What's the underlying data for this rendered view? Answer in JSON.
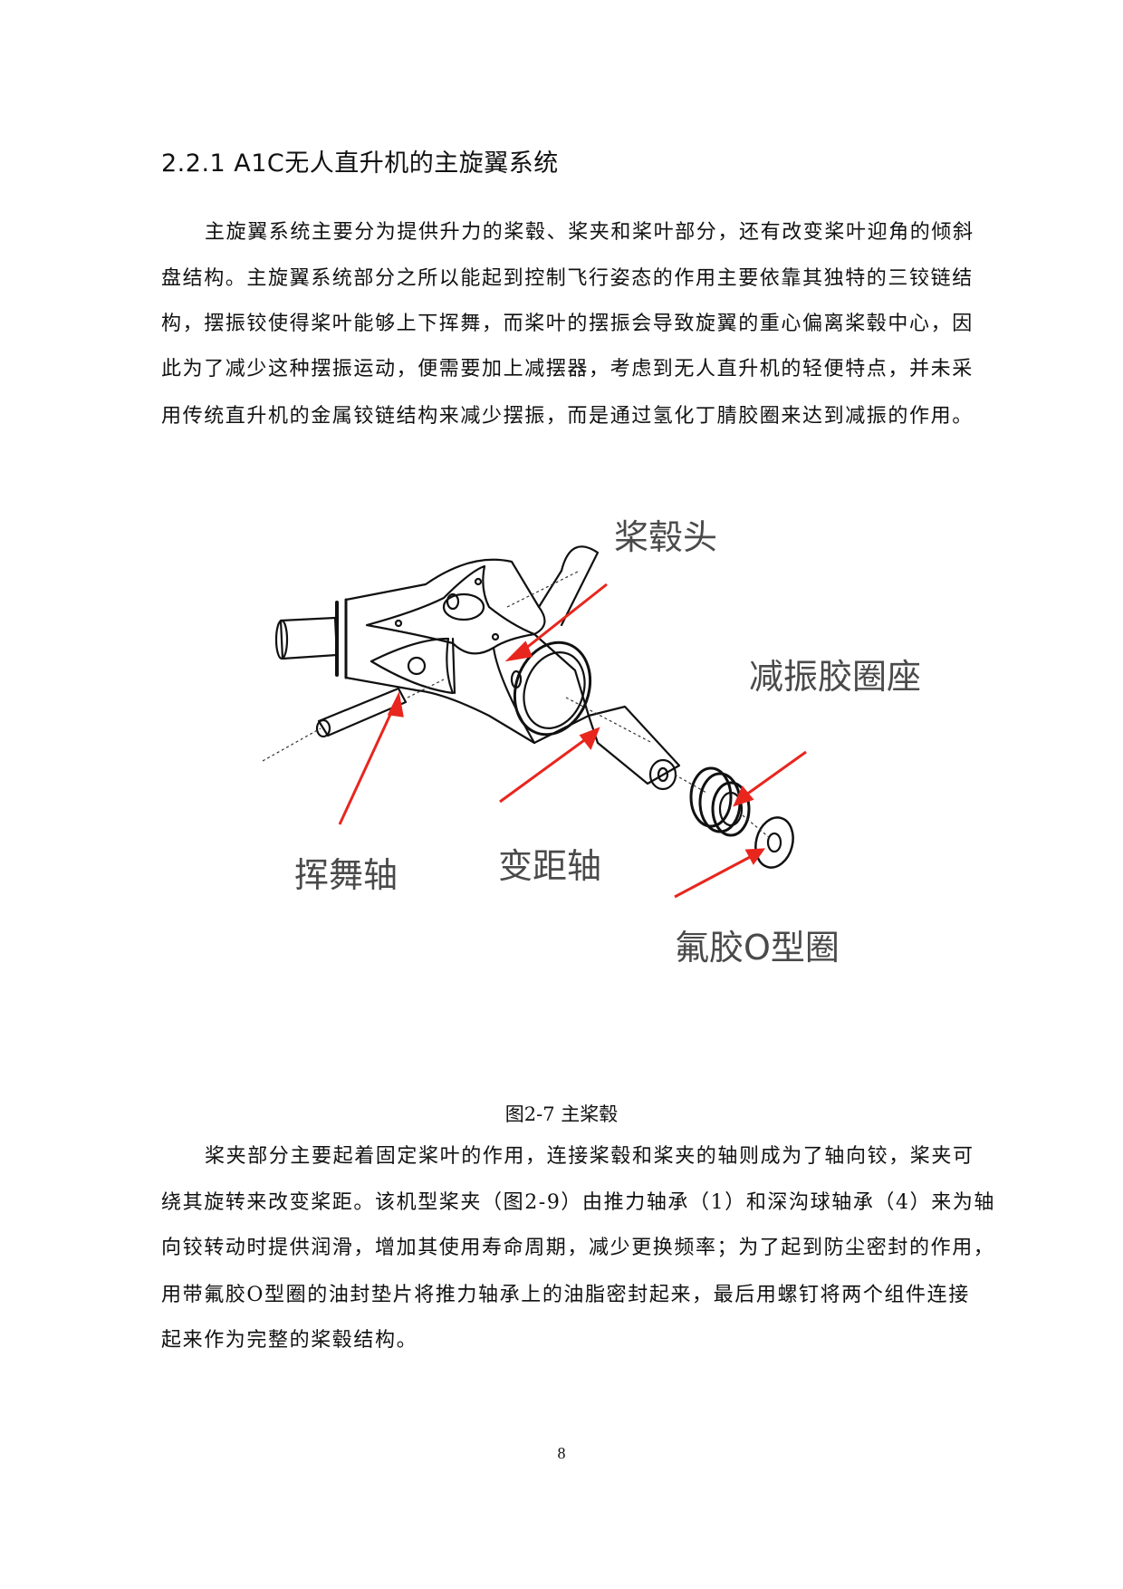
{
  "heading": "2.2.1 A1C无人直升机的主旋翼系统",
  "paragraph1": {
    "lines": [
      "主旋翼系统主要分为提供升力的桨毂、桨夹和桨叶部分，还有改变桨叶迎角的倾斜",
      "盘结构。主旋翼系统部分之所以能起到控制飞行姿态的作用主要依靠其独特的三铰链结",
      "构，摆振铰使得桨叶能够上下挥舞，而桨叶的摆振会导致旋翼的重心偏离桨毂中心，因",
      "此为了减少这种摆振运动，便需要加上减摆器，考虑到无人直升机的轻便特点，并未采",
      "用传统直升机的金属铰链结构来减少摆振，而是通过氢化丁腈胶圈来达到减振的作用。"
    ]
  },
  "figure": {
    "labels": {
      "hub_head": "桨毂头",
      "damper_seat": "减振胶圈座",
      "flapping_shaft": "挥舞轴",
      "pitch_shaft": "变距轴",
      "fluoro_oring": "氟胶O型圈"
    },
    "arrow_color": "#e8261e",
    "label_color": "#4a4a4a",
    "caption": "图2-7  主桨毂"
  },
  "paragraph2": {
    "lines": [
      "桨夹部分主要起着固定桨叶的作用，连接桨毂和桨夹的轴则成为了轴向铰，桨夹可",
      "绕其旋转来改变桨距。该机型桨夹（图2-9）由推力轴承（1）和深沟球轴承（4）来为轴",
      "向铰转动时提供润滑，增加其使用寿命周期，减少更换频率；为了起到防尘密封的作用，",
      "用带氟胶O型圈的油封垫片将推力轴承上的油脂密封起来，最后用螺钉将两个组件连接",
      "起来作为完整的桨毂结构。"
    ]
  },
  "page_number": "8"
}
